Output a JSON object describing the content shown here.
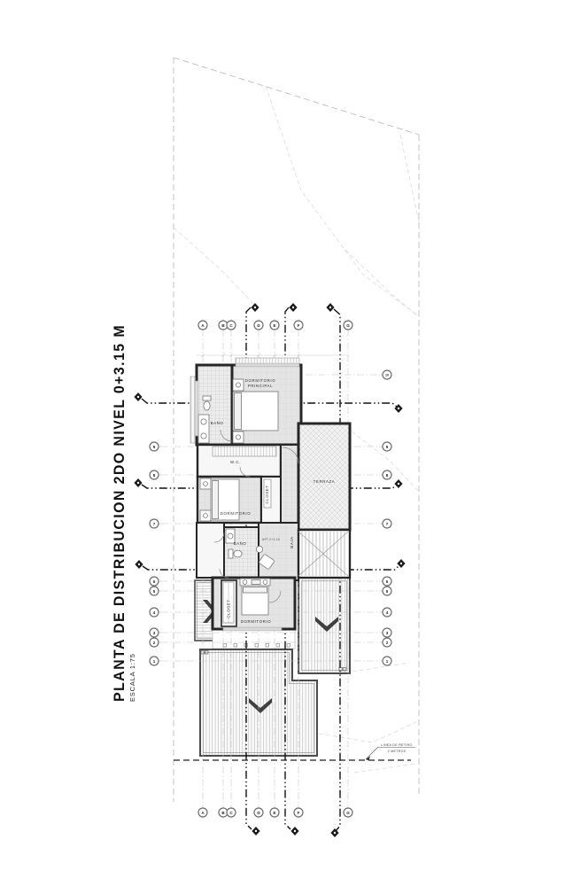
{
  "drawing": {
    "title": "PLANTA DE DISTRIBUCION 2DO NIVEL 0+3.15 M",
    "scale_note": "ESCALA 1:75"
  },
  "labels": {
    "dormitorio_principal_line1": "DORMITORIO",
    "dormitorio_principal_line2": "PRINCIPAL",
    "bano_principal": "BAÑO",
    "wc": "W.C.",
    "dormitorio_2": "DORMITORIO",
    "closet_1": "CLOSET",
    "terraza": "TERRAZA",
    "bano_2": "BAÑO",
    "baja": "BAJA",
    "npt_level": "NPT 0+3.15",
    "closet_2": "CLOSET",
    "dormitorio_3": "DORMITORIO",
    "linea_retiro_line1": "LINEA DE RETIRO",
    "linea_retiro_line2": "2 METROS"
  },
  "grid": {
    "top_letters": [
      "A",
      "B",
      "C",
      "D",
      "E",
      "F",
      "G"
    ],
    "bottom_letters": [
      "A",
      "B",
      "C",
      "D",
      "E",
      "F",
      "G"
    ],
    "left_numbers": [
      "9",
      "8",
      "7",
      "6",
      "5",
      "4",
      "3",
      "2",
      "1"
    ],
    "right_numbers": [
      "10",
      "9",
      "8",
      "7",
      "6",
      "5",
      "4",
      "3",
      "2",
      "1"
    ]
  },
  "colors": {
    "wall": "#262626",
    "floor": "#e4e4e4",
    "mid_line": "#8a8a8a",
    "light_line": "#c9c9c9",
    "paper": "#ffffff"
  }
}
